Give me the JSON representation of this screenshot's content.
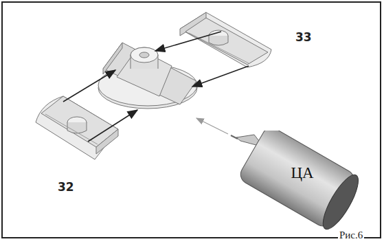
{
  "diagram": {
    "nodes": [
      {
        "text": [
          "ЦА"
        ]
      }
    ],
    "labels": [
      "33",
      "32",
      "Рис.6"
    ]
  }
}
